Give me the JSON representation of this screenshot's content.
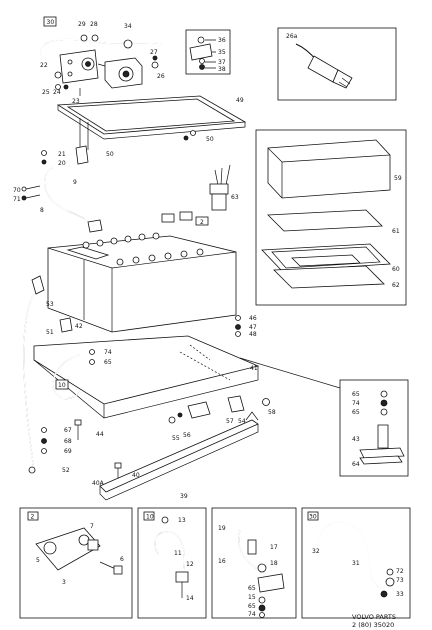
{
  "main": {
    "callouts": [
      {
        "key": "c30",
        "text": "30"
      },
      {
        "key": "c29",
        "text": "29"
      },
      {
        "key": "c28",
        "text": "28"
      },
      {
        "key": "c34",
        "text": "34"
      },
      {
        "key": "c36",
        "text": "36"
      },
      {
        "key": "c35",
        "text": "35"
      },
      {
        "key": "c37",
        "text": "37"
      },
      {
        "key": "c38",
        "text": "38"
      },
      {
        "key": "c22",
        "text": "22"
      },
      {
        "key": "c27",
        "text": "27"
      },
      {
        "key": "c26",
        "text": "26"
      },
      {
        "key": "c25",
        "text": "25"
      },
      {
        "key": "c24",
        "text": "24"
      },
      {
        "key": "c23",
        "text": "23"
      },
      {
        "key": "c26a",
        "text": "26a"
      },
      {
        "key": "c49",
        "text": "49"
      },
      {
        "key": "c50a",
        "text": "50"
      },
      {
        "key": "c50b",
        "text": "50"
      },
      {
        "key": "c21",
        "text": "21"
      },
      {
        "key": "c20",
        "text": "20"
      },
      {
        "key": "c9",
        "text": "9"
      },
      {
        "key": "c70",
        "text": "70"
      },
      {
        "key": "c71",
        "text": "71"
      },
      {
        "key": "c8",
        "text": "8"
      },
      {
        "key": "c63",
        "text": "63"
      },
      {
        "key": "c59",
        "text": "59"
      },
      {
        "key": "c61",
        "text": "61"
      },
      {
        "key": "c60",
        "text": "60"
      },
      {
        "key": "c62",
        "text": "62"
      },
      {
        "key": "c2",
        "text": "2"
      },
      {
        "key": "c53",
        "text": "53"
      },
      {
        "key": "c42",
        "text": "42"
      },
      {
        "key": "c51",
        "text": "51"
      },
      {
        "key": "c46",
        "text": "46"
      },
      {
        "key": "c47",
        "text": "47"
      },
      {
        "key": "c48",
        "text": "48"
      },
      {
        "key": "c74",
        "text": "74"
      },
      {
        "key": "c65",
        "text": "65"
      },
      {
        "key": "c10",
        "text": "10"
      },
      {
        "key": "c41",
        "text": "41"
      },
      {
        "key": "c58",
        "text": "58"
      },
      {
        "key": "c57",
        "text": "57"
      },
      {
        "key": "c54",
        "text": "54"
      },
      {
        "key": "c55",
        "text": "55"
      },
      {
        "key": "c56",
        "text": "56"
      },
      {
        "key": "c67",
        "text": "67"
      },
      {
        "key": "c68",
        "text": "68"
      },
      {
        "key": "c69",
        "text": "69"
      },
      {
        "key": "c44",
        "text": "44"
      },
      {
        "key": "c52",
        "text": "52"
      },
      {
        "key": "c40",
        "text": "40"
      },
      {
        "key": "c40A",
        "text": "40A"
      },
      {
        "key": "c39",
        "text": "39"
      },
      {
        "key": "r65a",
        "text": "65"
      },
      {
        "key": "r74",
        "text": "74"
      },
      {
        "key": "r65b",
        "text": "65"
      },
      {
        "key": "r43",
        "text": "43"
      },
      {
        "key": "r64",
        "text": "64"
      }
    ]
  },
  "insets": {
    "i2": {
      "box": "2",
      "labels": [
        "7",
        "5",
        "6",
        "3"
      ]
    },
    "i10": {
      "box": "10",
      "labels": [
        "13",
        "11",
        "12",
        "14"
      ]
    },
    "i15": {
      "labels": [
        "19",
        "17",
        "16",
        "18",
        "65",
        "15",
        "65",
        "74"
      ]
    },
    "i30": {
      "box": "30",
      "labels": [
        "32",
        "31",
        "72",
        "73",
        "33"
      ]
    }
  },
  "footer": {
    "line1": "VOLVO PARTS",
    "line2": "2 (80) 35020"
  }
}
